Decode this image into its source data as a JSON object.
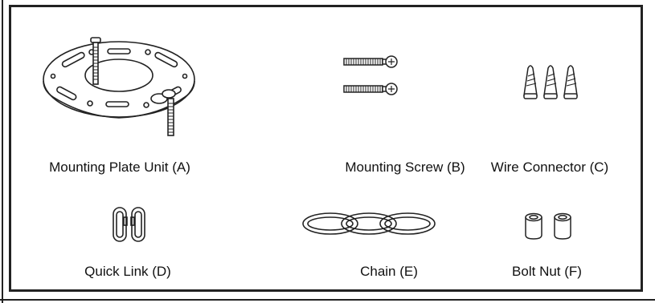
{
  "parts": [
    {
      "label": "Mounting Plate Unit (A)",
      "icon": "mounting-plate-icon"
    },
    {
      "label": "Mounting Screw (B)",
      "icon": "mounting-screw-icon"
    },
    {
      "label": "Wire Connector (C)",
      "icon": "wire-connector-icon"
    },
    {
      "label": "Quick Link (D)",
      "icon": "quick-link-icon"
    },
    {
      "label": "Chain (E)",
      "icon": "chain-icon"
    },
    {
      "label": "Bolt Nut (F)",
      "icon": "bolt-nut-icon"
    }
  ],
  "colors": {
    "line": "#222222",
    "background": "#ffffff"
  }
}
